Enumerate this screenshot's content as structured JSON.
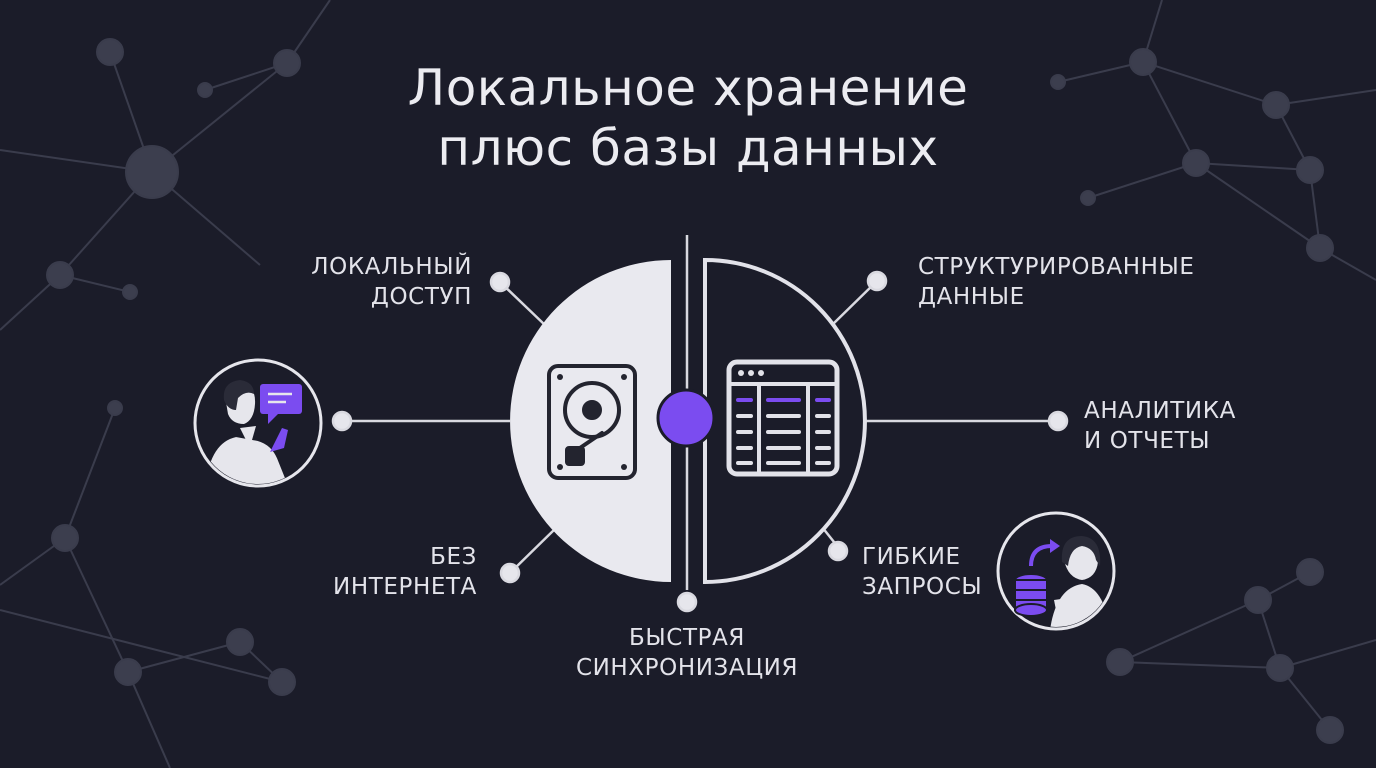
{
  "title": {
    "line1": "Локальное хранение",
    "line2": "плюс базы данных"
  },
  "labels": {
    "local_access": [
      "ЛОКАЛЬНЫЙ",
      "ДОСТУП"
    ],
    "offline": [
      "БЕЗ",
      "ИНТЕРНЕТА"
    ],
    "fast_sync": [
      "БЫСТРАЯ",
      "СИНХРОНИЗАЦИЯ"
    ],
    "structured": [
      "СТРУКТУРИРОВАННЫЕ",
      "ДАННЫЕ"
    ],
    "analytics": [
      "АНАЛИТИКА",
      "И ОТЧЕТЫ"
    ],
    "queries": [
      "ГИБКИЕ",
      "ЗАПРОСЫ"
    ]
  },
  "icons": {
    "left_half": "hard-drive-icon",
    "right_half": "database-table-icon",
    "left_person": "person-chat-icon",
    "right_person": "person-database-icon"
  },
  "colors": {
    "background": "#1b1c29",
    "light": "#e9e9ef",
    "accent": "#7b4cf0",
    "network": "#3c3e4e"
  }
}
